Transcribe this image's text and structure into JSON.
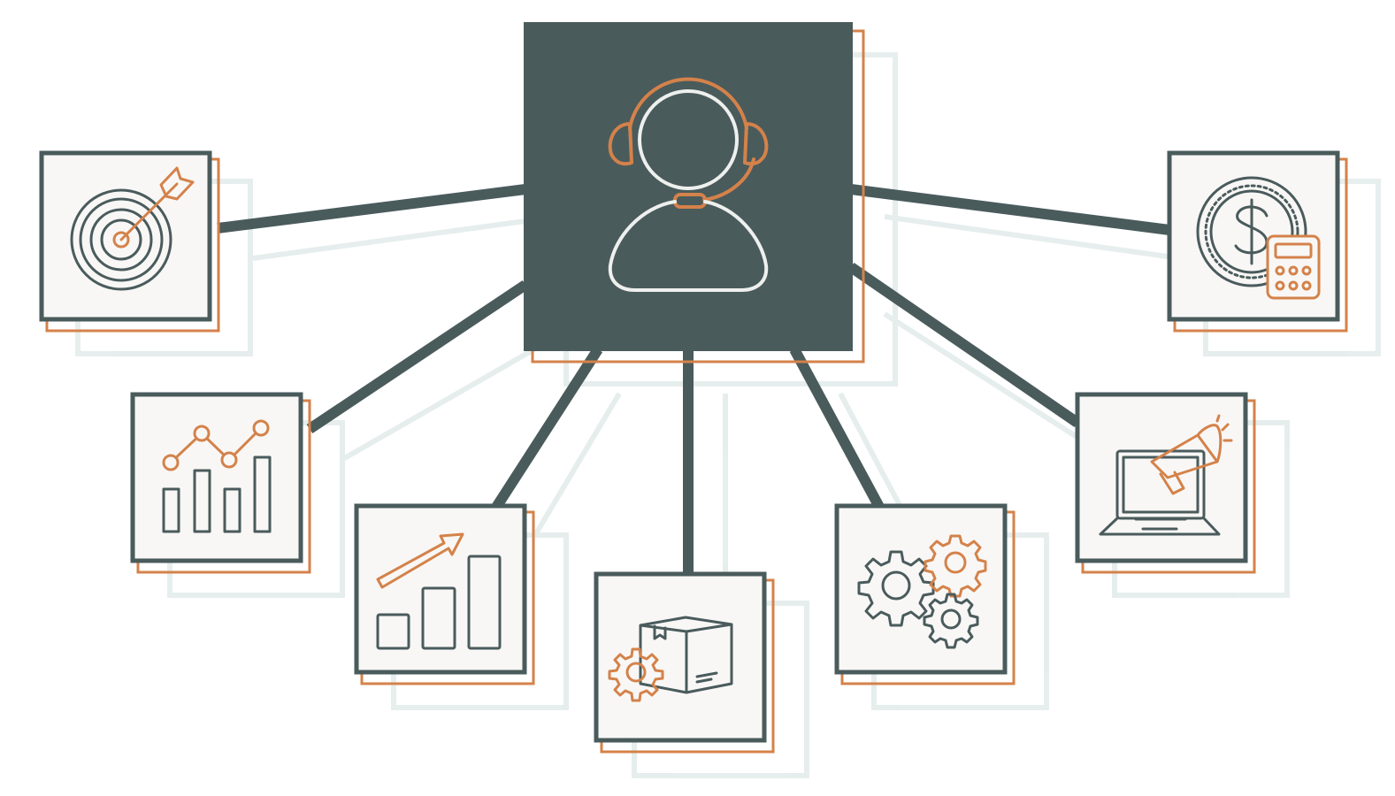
{
  "diagram": {
    "type": "hub-and-spoke",
    "colors": {
      "dark": "#4a5b5c",
      "accent": "#d4824a",
      "panel": "#f8f7f5",
      "hub_fill": "#4a5b5c",
      "shadow": "#e4ecec",
      "hub_icon_light": "#eef0ee"
    },
    "hub": {
      "icon": "customer-support-headset-icon"
    },
    "nodes": [
      {
        "id": "target",
        "icon": "target-arrow-icon"
      },
      {
        "id": "analytics",
        "icon": "bar-line-chart-icon"
      },
      {
        "id": "growth",
        "icon": "growth-bars-arrow-icon"
      },
      {
        "id": "product",
        "icon": "box-gear-icon"
      },
      {
        "id": "operations",
        "icon": "gears-icon"
      },
      {
        "id": "marketing",
        "icon": "laptop-megaphone-icon"
      },
      {
        "id": "finance",
        "icon": "coin-calculator-icon"
      }
    ]
  }
}
